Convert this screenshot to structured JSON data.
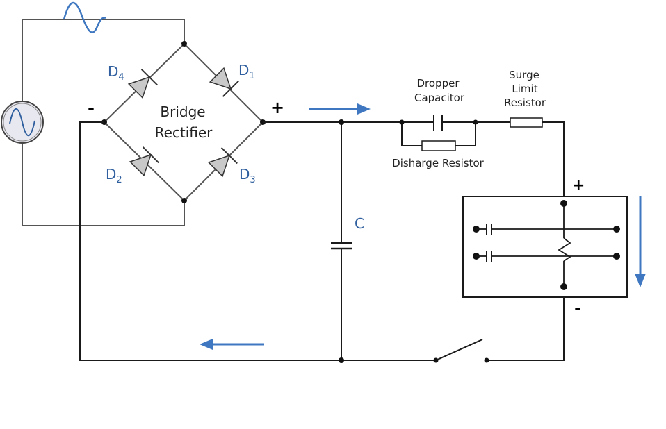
{
  "labels": {
    "bridge_line1": "Bridge",
    "bridge_line2": "Rectifier",
    "d1_letter": "D",
    "d1_sub": "1",
    "d2_letter": "D",
    "d2_sub": "2",
    "d3_letter": "D",
    "d3_sub": "3",
    "d4_letter": "D",
    "d4_sub": "4",
    "bridge_minus": "-",
    "bridge_plus": "+",
    "capacitor_c": "C",
    "dropper_line1": "Dropper",
    "dropper_line2": "Capacitor",
    "surge_line1": "Surge",
    "surge_line2": "Limit",
    "surge_line3": "Resistor",
    "discharge": "Disharge Resistor",
    "load_plus": "+",
    "load_minus": "-"
  },
  "colors": {
    "label_blue": "#2f5f9e",
    "arrow_blue": "#3f78c0",
    "diode_fill": "#c9c9c9",
    "ac_source_fill": "#e8e8f0",
    "wave_blue": "#3f78c0"
  },
  "icons": {
    "ac_source": "ac-source-icon",
    "sine_wave": "sine-wave-icon",
    "switch": "switch-icon",
    "load_block": "load-block-icon"
  }
}
